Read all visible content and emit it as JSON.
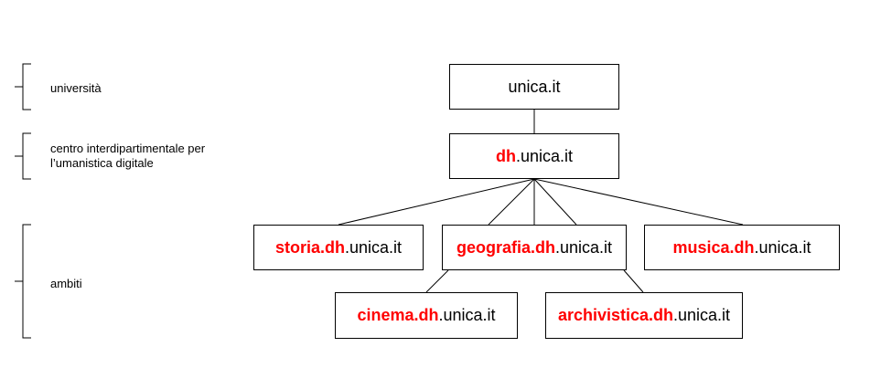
{
  "levels": {
    "universita": "università",
    "centro_line1": "centro interdipartimentale per",
    "centro_line2": "l’umanistica digitale",
    "ambiti": "ambiti"
  },
  "nodes": {
    "root": {
      "plain": "unica.it"
    },
    "dh": {
      "red": "dh",
      "plain": ".unica.it"
    },
    "storia": {
      "red": "storia.dh",
      "plain": ".unica.it"
    },
    "geografia": {
      "red": "geografia.dh",
      "plain": ".unica.it"
    },
    "musica": {
      "red": "musica.dh",
      "plain": ".unica.it"
    },
    "cinema": {
      "red": "cinema.dh",
      "plain": ".unica.it"
    },
    "archivistica": {
      "red": "archivistica.dh",
      "plain": ".unica.it"
    }
  },
  "colors": {
    "accent": "#ff0000",
    "line": "#000000"
  }
}
